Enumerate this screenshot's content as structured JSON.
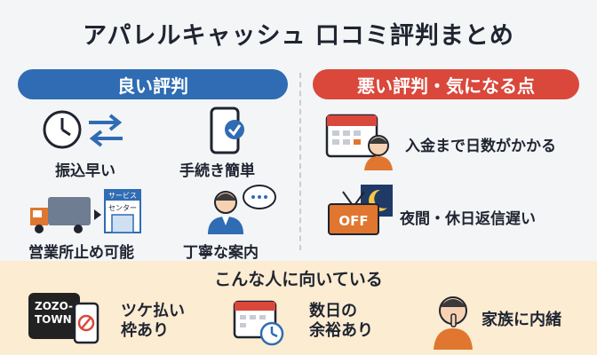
{
  "title": "アパレルキャッシュ 口コミ評判まとめ",
  "good": {
    "header": "良い評判",
    "items": [
      {
        "label": "振込早い",
        "icon": "clock-transfer-icon"
      },
      {
        "label": "手続き簡単",
        "icon": "smartphone-check-icon"
      },
      {
        "label": "営業所止め可能",
        "icon": "truck-service-center-icon"
      },
      {
        "label": "丁寧な案内",
        "icon": "operator-chat-icon"
      }
    ]
  },
  "bad": {
    "header": "悪い評判・気になる点",
    "items": [
      {
        "label": "入金まで日数がかかる",
        "icon": "calendar-worried-person-icon"
      },
      {
        "label": "夜間・休日返信遅い",
        "icon": "night-off-sign-icon",
        "sign_text": "OFF"
      }
    ]
  },
  "truck_sign": {
    "top": "サービス",
    "bottom": "センター"
  },
  "suited": {
    "header": "こんな人に向いている",
    "items": [
      {
        "logo_lines": [
          "ZOZO-",
          "TOWN"
        ],
        "line1": "ツケ払い",
        "line2": "枠あり",
        "icon": "zozotown-phone-icon"
      },
      {
        "line1": "数日の",
        "line2": "余裕あり",
        "icon": "calendar-clock-icon"
      },
      {
        "line1": "家族に内緒",
        "icon": "person-shush-icon"
      }
    ]
  },
  "colors": {
    "good": "#2f6cb3",
    "bad": "#d9483b",
    "bottom_bg": "#fbecd2",
    "icon_blue": "#2f6cb3",
    "icon_orange": "#e0762f"
  }
}
